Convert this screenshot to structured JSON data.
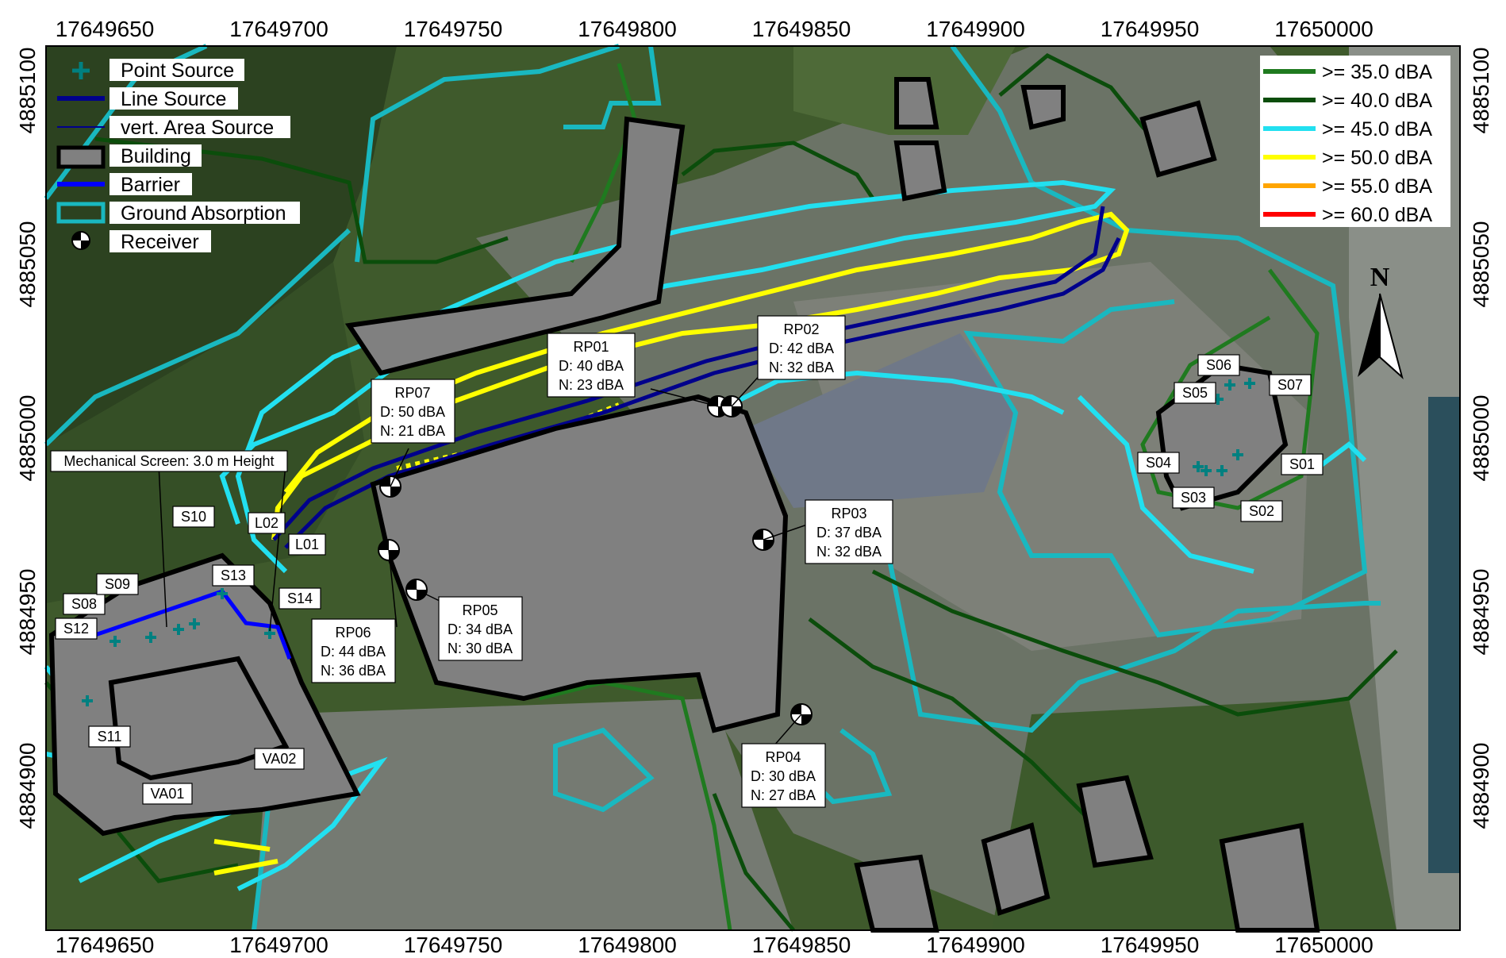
{
  "axes": {
    "x_ticks": [
      "17649650",
      "17649700",
      "17649750",
      "17649800",
      "17649850",
      "17649900",
      "17649950",
      "17650000"
    ],
    "y_ticks": [
      "4885100",
      "4885050",
      "4885000",
      "4884950",
      "4884900"
    ]
  },
  "legend_left": [
    {
      "label": "Point Source",
      "icon": "point-source-cross-icon"
    },
    {
      "label": "Line Source",
      "icon": "line-source-icon"
    },
    {
      "label": "vert. Area Source",
      "icon": "area-source-icon"
    },
    {
      "label": "Building",
      "icon": "building-swatch-icon"
    },
    {
      "label": "Barrier",
      "icon": "barrier-line-icon"
    },
    {
      "label": "Ground Absorption",
      "icon": "ground-absorption-swatch-icon"
    },
    {
      "label": "Receiver",
      "icon": "receiver-icon"
    }
  ],
  "legend_right": [
    {
      "label": ">= 35.0 dBA",
      "color": "#1f7a1f"
    },
    {
      "label": ">= 40.0 dBA",
      "color": "#0b4d0b"
    },
    {
      "label": ">= 45.0 dBA",
      "color": "#22e0f0"
    },
    {
      "label": ">= 50.0 dBA",
      "color": "#ffff00"
    },
    {
      "label": ">= 55.0 dBA",
      "color": "#ffa500"
    },
    {
      "label": ">= 60.0 dBA",
      "color": "#ff0000"
    }
  ],
  "receivers": [
    {
      "id": "RP01",
      "day": "D: 40 dBA",
      "night": "N: 23 dBA"
    },
    {
      "id": "RP02",
      "day": "D: 42 dBA",
      "night": "N: 32 dBA"
    },
    {
      "id": "RP03",
      "day": "D: 37 dBA",
      "night": "N: 32 dBA"
    },
    {
      "id": "RP04",
      "day": "D: 30 dBA",
      "night": "N: 27 dBA"
    },
    {
      "id": "RP05",
      "day": "D: 34 dBA",
      "night": "N: 30 dBA"
    },
    {
      "id": "RP06",
      "day": "D: 44 dBA",
      "night": "N: 36 dBA"
    },
    {
      "id": "RP07",
      "day": "D: 50 dBA",
      "night": "N: 21 dBA"
    }
  ],
  "sources": [
    "S01",
    "S02",
    "S03",
    "S04",
    "S05",
    "S06",
    "S07",
    "S08",
    "S09",
    "S10",
    "S11",
    "S12",
    "S13",
    "S14",
    "L01",
    "L02",
    "VA01",
    "VA02"
  ],
  "annotations": {
    "mech_screen": "Mechanical Screen: 3.0 m Height"
  },
  "north_arrow": "N",
  "colors": {
    "building": "#808080",
    "barrier": "#0000ff",
    "line_source": "#00008b",
    "ground": "#19b8c0"
  }
}
